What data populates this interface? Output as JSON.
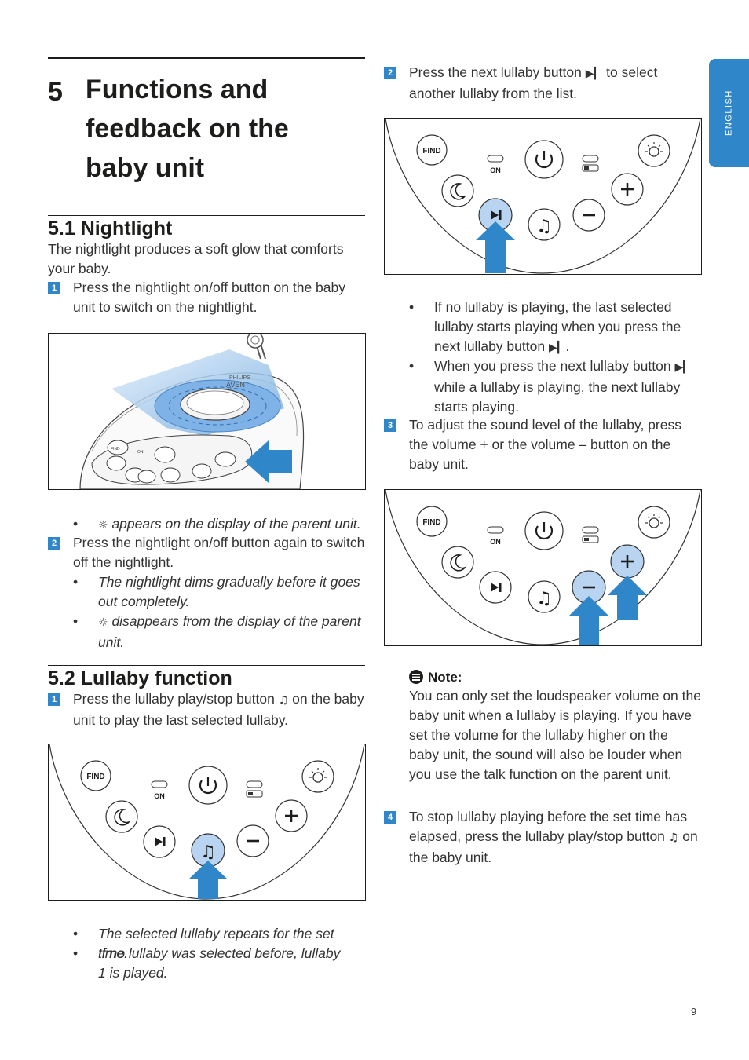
{
  "language_tab": "ENGLISH",
  "page_number": "9",
  "chapter": {
    "number": "5",
    "title_lines": [
      "Functions and",
      "feedback on the",
      "baby unit"
    ]
  },
  "nightlight": {
    "heading": "5.1 Nightlight",
    "intro": "The nightlight produces a soft glow that comforts your baby.",
    "step1": {
      "num": "1",
      "text": "Press the nightlight on/off button on the baby unit to switch on the nightlight."
    },
    "bullet_appears": "appears on the display of the parent unit.",
    "step2": {
      "num": "2",
      "text": "Press the nightlight on/off button again to switch off the nightlight."
    },
    "bullet_dims": "The nightlight dims gradually before it goes out completely.",
    "bullet_disappears": "disappears from the display of the parent unit."
  },
  "lullaby": {
    "heading": "5.2 Lullaby function",
    "step1_pre": "Press the lullaby play/stop button",
    "step1_post": "on the baby unit to play the last selected lullaby.",
    "bullet_repeats": "The selected lullaby repeats for the set time.",
    "bullet_if_none_line1": "If no lullaby was selected before, lullaby",
    "bullet_if_none_line2": "1 is played.",
    "step2_pre": "Press the next lullaby button",
    "step2_post": "to select another lullaby from the list.",
    "bullet_no_playing_pre": "If no lullaby is playing, the last selected lullaby starts playing when you press the next lullaby button",
    "bullet_when_press_pre": "When you press the next lullaby button",
    "bullet_when_press_post": "while a lullaby is playing, the next lullaby starts playing.",
    "step3": "To adjust the sound level of the lullaby, press the volume + or the volume – button on the baby unit.",
    "note_title": "Note:",
    "note_text": "You can only set the loudspeaker volume on the baby unit when a lullaby is playing. If you have set the volume for the lullaby higher on the baby unit, the sound will also be louder when you use the talk function on the parent unit.",
    "step4_pre": "To stop lullaby playing before the set time has elapsed, press the lullaby play/stop button",
    "step4_post": "on the baby unit.",
    "step_nums": [
      "1",
      "2",
      "3",
      "4"
    ]
  },
  "panel": {
    "find": "FIND",
    "on": "ON"
  },
  "device": {
    "brand": "PHILIPS",
    "model": "AVENT"
  },
  "glyphs": {
    "sun": "☼",
    "note": "♫",
    "next": "▶▎",
    "bullet": "•"
  },
  "colors": {
    "accent_blue": "#2f86c8",
    "highlight_blue": "#b8d4f0",
    "text": "#1d1d1b"
  }
}
